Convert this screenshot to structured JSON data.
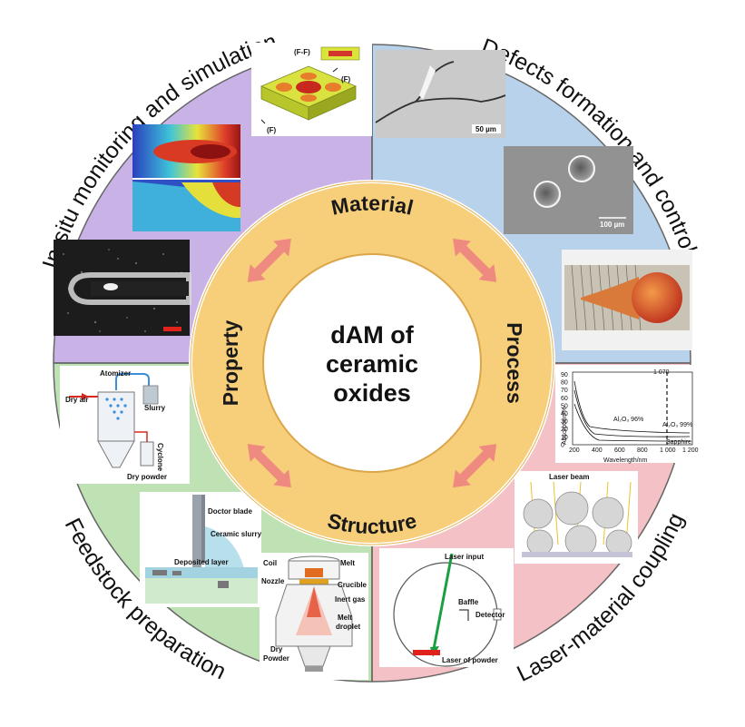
{
  "quadrants": {
    "top_left": {
      "title": "In-situ monitoring and simulation",
      "color": "#c9b2e6"
    },
    "top_right": {
      "title": "Defects formation and control",
      "color": "#b9d2ec"
    },
    "bottom_left": {
      "title": "Feedstock preparation",
      "color": "#bfe2b4"
    },
    "bottom_right": {
      "title": "Laser-material coupling",
      "color": "#f4c2c6"
    }
  },
  "ring": {
    "top": "Material",
    "right": "Process",
    "bottom": "Structure",
    "left": "Property",
    "color": "#f7cf7a",
    "arrow_color": "#ef8a80"
  },
  "center": {
    "line1": "dAM of",
    "line2": "ceramic",
    "line3": "oxides"
  },
  "panels": {
    "simulation_top": {
      "section_label": "(F-F)",
      "cut_label_1": "(F)",
      "cut_label_2": "(F)"
    },
    "sem_crack": {
      "scale": "50 µm"
    },
    "sem_pores": {
      "scale": "100 µm"
    },
    "absorption": {
      "ylabel": "Absorption/%",
      "xlabel": "Wavelength/nm",
      "marker": "1 070",
      "series_a": "Al₂O₃ 96%",
      "series_b": "Al₂O₃ 99%",
      "series_c": "Sapphire",
      "yticks": [
        "90",
        "80",
        "70",
        "60",
        "50",
        "40",
        "30",
        "20",
        "10",
        "0"
      ],
      "xticks": [
        "200",
        "400",
        "600",
        "800",
        "1 000",
        "1 200"
      ]
    },
    "spray_dryer": {
      "atomizer": "Atomizer",
      "dry_air": "Dry air",
      "slurry": "Slurry",
      "cyclone": "Cyclone",
      "dry_powder": "Dry powder"
    },
    "tape_casting": {
      "doctor_blade": "Doctor blade",
      "ceramic_slurry": "Ceramic slurry",
      "deposited_layer": "Deposited layer"
    },
    "atomizer": {
      "coil": "Coil",
      "melt": "Melt",
      "nozzle": "Nozzle",
      "crucible": "Crucible",
      "inert_gas": "Inert gas",
      "melt_droplet": "Melt\ndroplet",
      "dry_powder": "Dry\nPowder"
    },
    "laser_beam": {
      "label": "Laser beam"
    },
    "sphere": {
      "laser_input": "Laser input",
      "baffle": "Baffle",
      "detector": "Detector",
      "laser_of_powder": "Laser of powder"
    }
  }
}
